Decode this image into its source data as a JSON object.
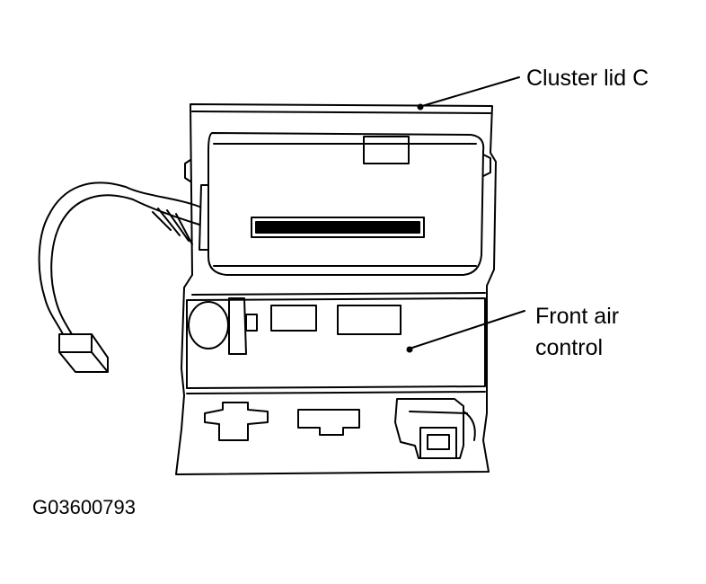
{
  "labels": {
    "cluster_lid": "Cluster lid C",
    "front_air_line1": "Front air",
    "front_air_line2": "control"
  },
  "figure_id": "G03600793",
  "colors": {
    "line": "#000000",
    "background": "#ffffff"
  }
}
